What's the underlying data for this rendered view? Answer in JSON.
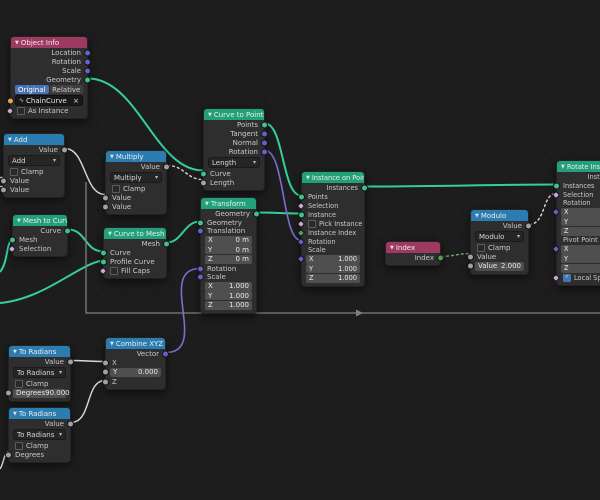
{
  "colors": {
    "background": "#1d1d1d",
    "header_input": "#9e3a62",
    "header_converter": "#2b7cb0",
    "header_geometry": "#22a07a",
    "accent_selected": "#4772b3",
    "wire_geometry": "#35cf9b",
    "wire_value": "#d8d8d8",
    "wire_vector": "#7a6fd0",
    "wire_integer": "#74a374",
    "wire_straight": "#808080",
    "socket_geometry": "#3fc08d",
    "socket_vector": "#6363c7",
    "socket_value": "#a1a1a1",
    "socket_integer": "#539a53",
    "socket_boolean": "#cca6d6",
    "socket_object": "#ed9e5c"
  },
  "axis": {
    "x": "X",
    "y": "Y",
    "z": "Z"
  },
  "nodes": {
    "object_info": {
      "title": "Object Info",
      "outputs": [
        "Location",
        "Rotation",
        "Scale",
        "Geometry"
      ],
      "buttons": {
        "original": "Original",
        "relative": "Relative"
      },
      "object_field": {
        "value": "ChainCurve",
        "clear_icon": "×"
      },
      "as_instance": {
        "label": "As Instance"
      }
    },
    "add_math": {
      "title": "Add",
      "output": "Value",
      "operation": "Add",
      "clamp_label": "Clamp",
      "inputs": [
        "Value",
        "Value"
      ]
    },
    "multiply_math": {
      "title": "Multiply",
      "output": "Value",
      "operation": "Multiply",
      "clamp_label": "Clamp",
      "inputs": [
        "Value",
        "Value"
      ]
    },
    "mesh_to_curve": {
      "title": "Mesh to Curve",
      "output": "Curve",
      "inputs": [
        "Mesh",
        "Selection"
      ]
    },
    "curve_to_mesh": {
      "title": "Curve to Mesh",
      "output": "Mesh",
      "inputs": [
        "Curve",
        "Profile Curve"
      ],
      "fill_caps_label": "Fill Caps"
    },
    "curve_to_points": {
      "title": "Curve to Points",
      "outputs": [
        "Points",
        "Tangent",
        "Normal",
        "Rotation"
      ],
      "mode": "Length",
      "inputs": [
        "Curve",
        "Length"
      ]
    },
    "transform": {
      "title": "Transform",
      "output": "Geometry",
      "input": "Geometry",
      "translation": {
        "label": "Translation",
        "x": "0 m",
        "y": "0 m",
        "z": "0 m"
      },
      "rotation_label": "Rotation",
      "scale": {
        "label": "Scale",
        "x": "1.000",
        "y": "1.000",
        "z": "1.000"
      }
    },
    "instance_on_points": {
      "title": "Instance on Points",
      "output": "Instances",
      "inputs": [
        "Points",
        "Selection",
        "Instance"
      ],
      "pick_instance_label": "Pick Instance",
      "instance_index_label": "Instance Index",
      "rotation_label": "Rotation",
      "scale": {
        "label": "Scale",
        "x": "1.000",
        "y": "1.000",
        "z": "1.000"
      }
    },
    "index": {
      "title": "Index",
      "output": "Index"
    },
    "modulo_math": {
      "title": "Modulo",
      "output": "Value",
      "operation": "Modulo",
      "clamp_label": "Clamp",
      "input": "Value",
      "value_field": {
        "label": "Value",
        "value": "2.000"
      }
    },
    "rotate_instances": {
      "title": "Rotate Instances",
      "output": "Instances",
      "inputs": [
        "Instances",
        "Selection"
      ],
      "rotation_label": "Rotation",
      "pivot_label": "Pivot Point",
      "local_space_label": "Local Space"
    },
    "to_radians_a": {
      "title": "To Radians",
      "output": "Value",
      "operation": "To Radians",
      "clamp_label": "Clamp",
      "degrees_field": {
        "label": "Degrees",
        "value": "90.000"
      }
    },
    "to_radians_b": {
      "title": "To Radians",
      "output": "Value",
      "operation": "To Radians",
      "clamp_label": "Clamp",
      "input": "Degrees"
    },
    "combine_xyz": {
      "title": "Combine XYZ",
      "output": "Vector",
      "x_label": "X",
      "z_label": "Z",
      "y_field": {
        "label": "Y",
        "value": "0.000"
      }
    }
  }
}
